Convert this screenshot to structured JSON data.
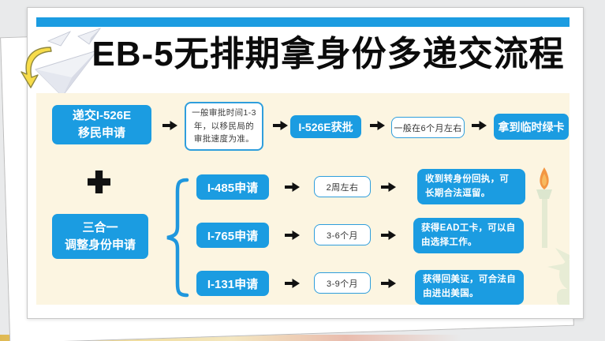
{
  "title": "EB-5无排期拿身份多递交流程",
  "colors": {
    "accent_blue": "#1b9ce1",
    "panel_cream": "#fcf5e1",
    "arrow_black": "#111111",
    "flame_orange": "#f2903a",
    "highlight_yellow": "#f7dc4a"
  },
  "main_flow": {
    "step1_line1": "递交I-526E",
    "step1_line2": "移民申请",
    "note1": "一般审批时间1-3年，以移民局的审批速度为准。",
    "step2": "I-526E获批",
    "note2": "一般在6个月左右",
    "result": "拿到临时绿卡"
  },
  "adjustment_flow": {
    "group_line1": "三合一",
    "group_line2": "调整身份申请",
    "branches": [
      {
        "application": "I-485申请",
        "duration": "2周左右",
        "outcome": "收到转身份回执，可长期合法逗留。"
      },
      {
        "application": "I-765申请",
        "duration": "3-6个月",
        "outcome": "获得EAD工卡，可以自由选择工作。"
      },
      {
        "application": "I-131申请",
        "duration": "3-9个月",
        "outcome": "获得回美证，可合法自由进出美国。"
      }
    ]
  },
  "icons": {
    "paper_planes": "paper-planes-icon",
    "curved_arrow": "curved-yellow-arrow-icon",
    "plus_sign": "plus-icon",
    "statue": "statue-of-liberty-watermark"
  }
}
